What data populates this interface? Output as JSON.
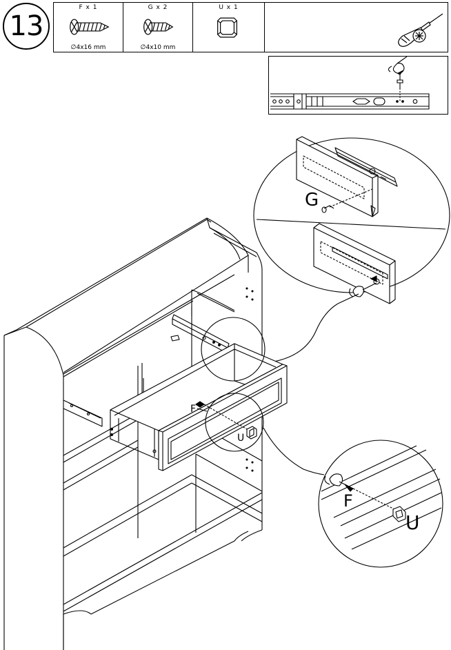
{
  "step": {
    "number": "13"
  },
  "parts": [
    {
      "qty": "F x 1",
      "size": "∅4x16 mm",
      "icon": "screw-long-icon"
    },
    {
      "qty": "G x 2",
      "size": "∅4x10 mm",
      "icon": "screw-short-icon"
    },
    {
      "qty": "U x 1",
      "size": "",
      "icon": "knob-icon"
    }
  ],
  "tool": {
    "icon": "phillips-screwdriver-icon"
  },
  "callouts": {
    "upper_g": "G",
    "main_f": "F",
    "main_u": "U",
    "lower_f": "F",
    "lower_u": "U"
  },
  "colors": {
    "line": "#000000",
    "background": "#ffffff"
  }
}
